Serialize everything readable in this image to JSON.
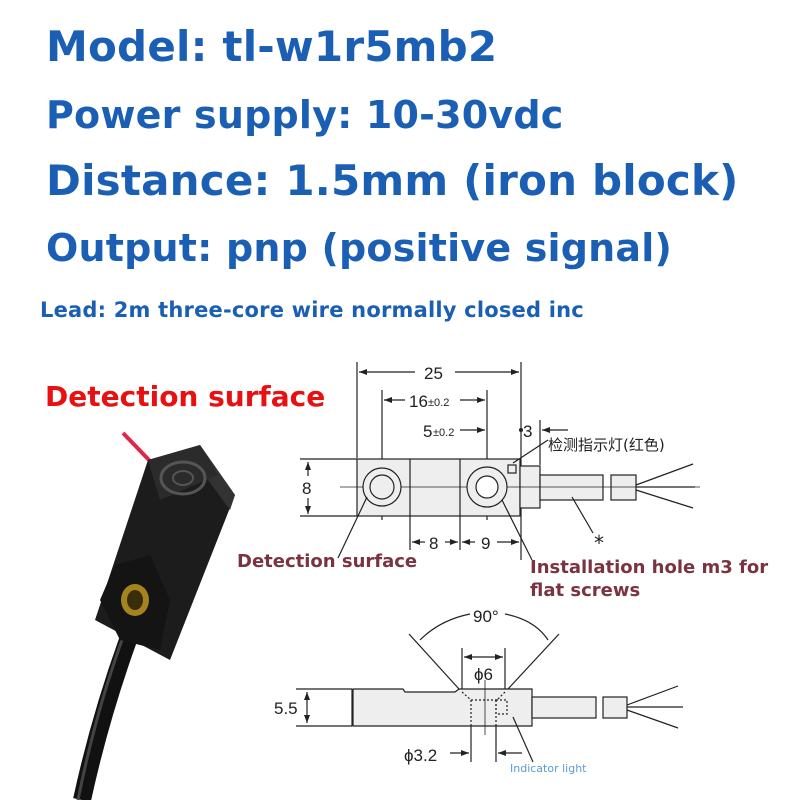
{
  "specs": {
    "model": "Model: tl-w1r5mb2",
    "power": "Power supply: 10-30vdc",
    "distance": "Distance: 1.5mm (iron block)",
    "output": "Output: pnp (positive signal)",
    "lead": "Lead: 2m three-core wire normally closed inc"
  },
  "photo": {
    "callout": "Detection surface"
  },
  "top_view": {
    "dim_length": "25",
    "dim_hole_spacing": "16",
    "dim_hole_spacing_tol": "±0.2",
    "dim_hole_offset": "5",
    "dim_hole_offset_tol": "±0.2",
    "dim_cap": "3",
    "dim_height": "8",
    "dim_mid": "8",
    "dim_right": "9",
    "indicator_cn": "检测指示灯(红色)",
    "cable_mark": "*",
    "label_detection": "Detection surface",
    "label_install_1": "Installation hole m3 for",
    "label_install_2": "flat screws"
  },
  "side_view": {
    "angle": "90°",
    "counterbore": "ϕ6",
    "thickness": "5.5",
    "hole": "ϕ3.2",
    "indicator": "Indicator light"
  },
  "colors": {
    "spec_blue": "#1a5fb4",
    "callout_red": "#e81010",
    "label_brown": "#7a3340",
    "indicator_blue": "#5b9bd5"
  }
}
